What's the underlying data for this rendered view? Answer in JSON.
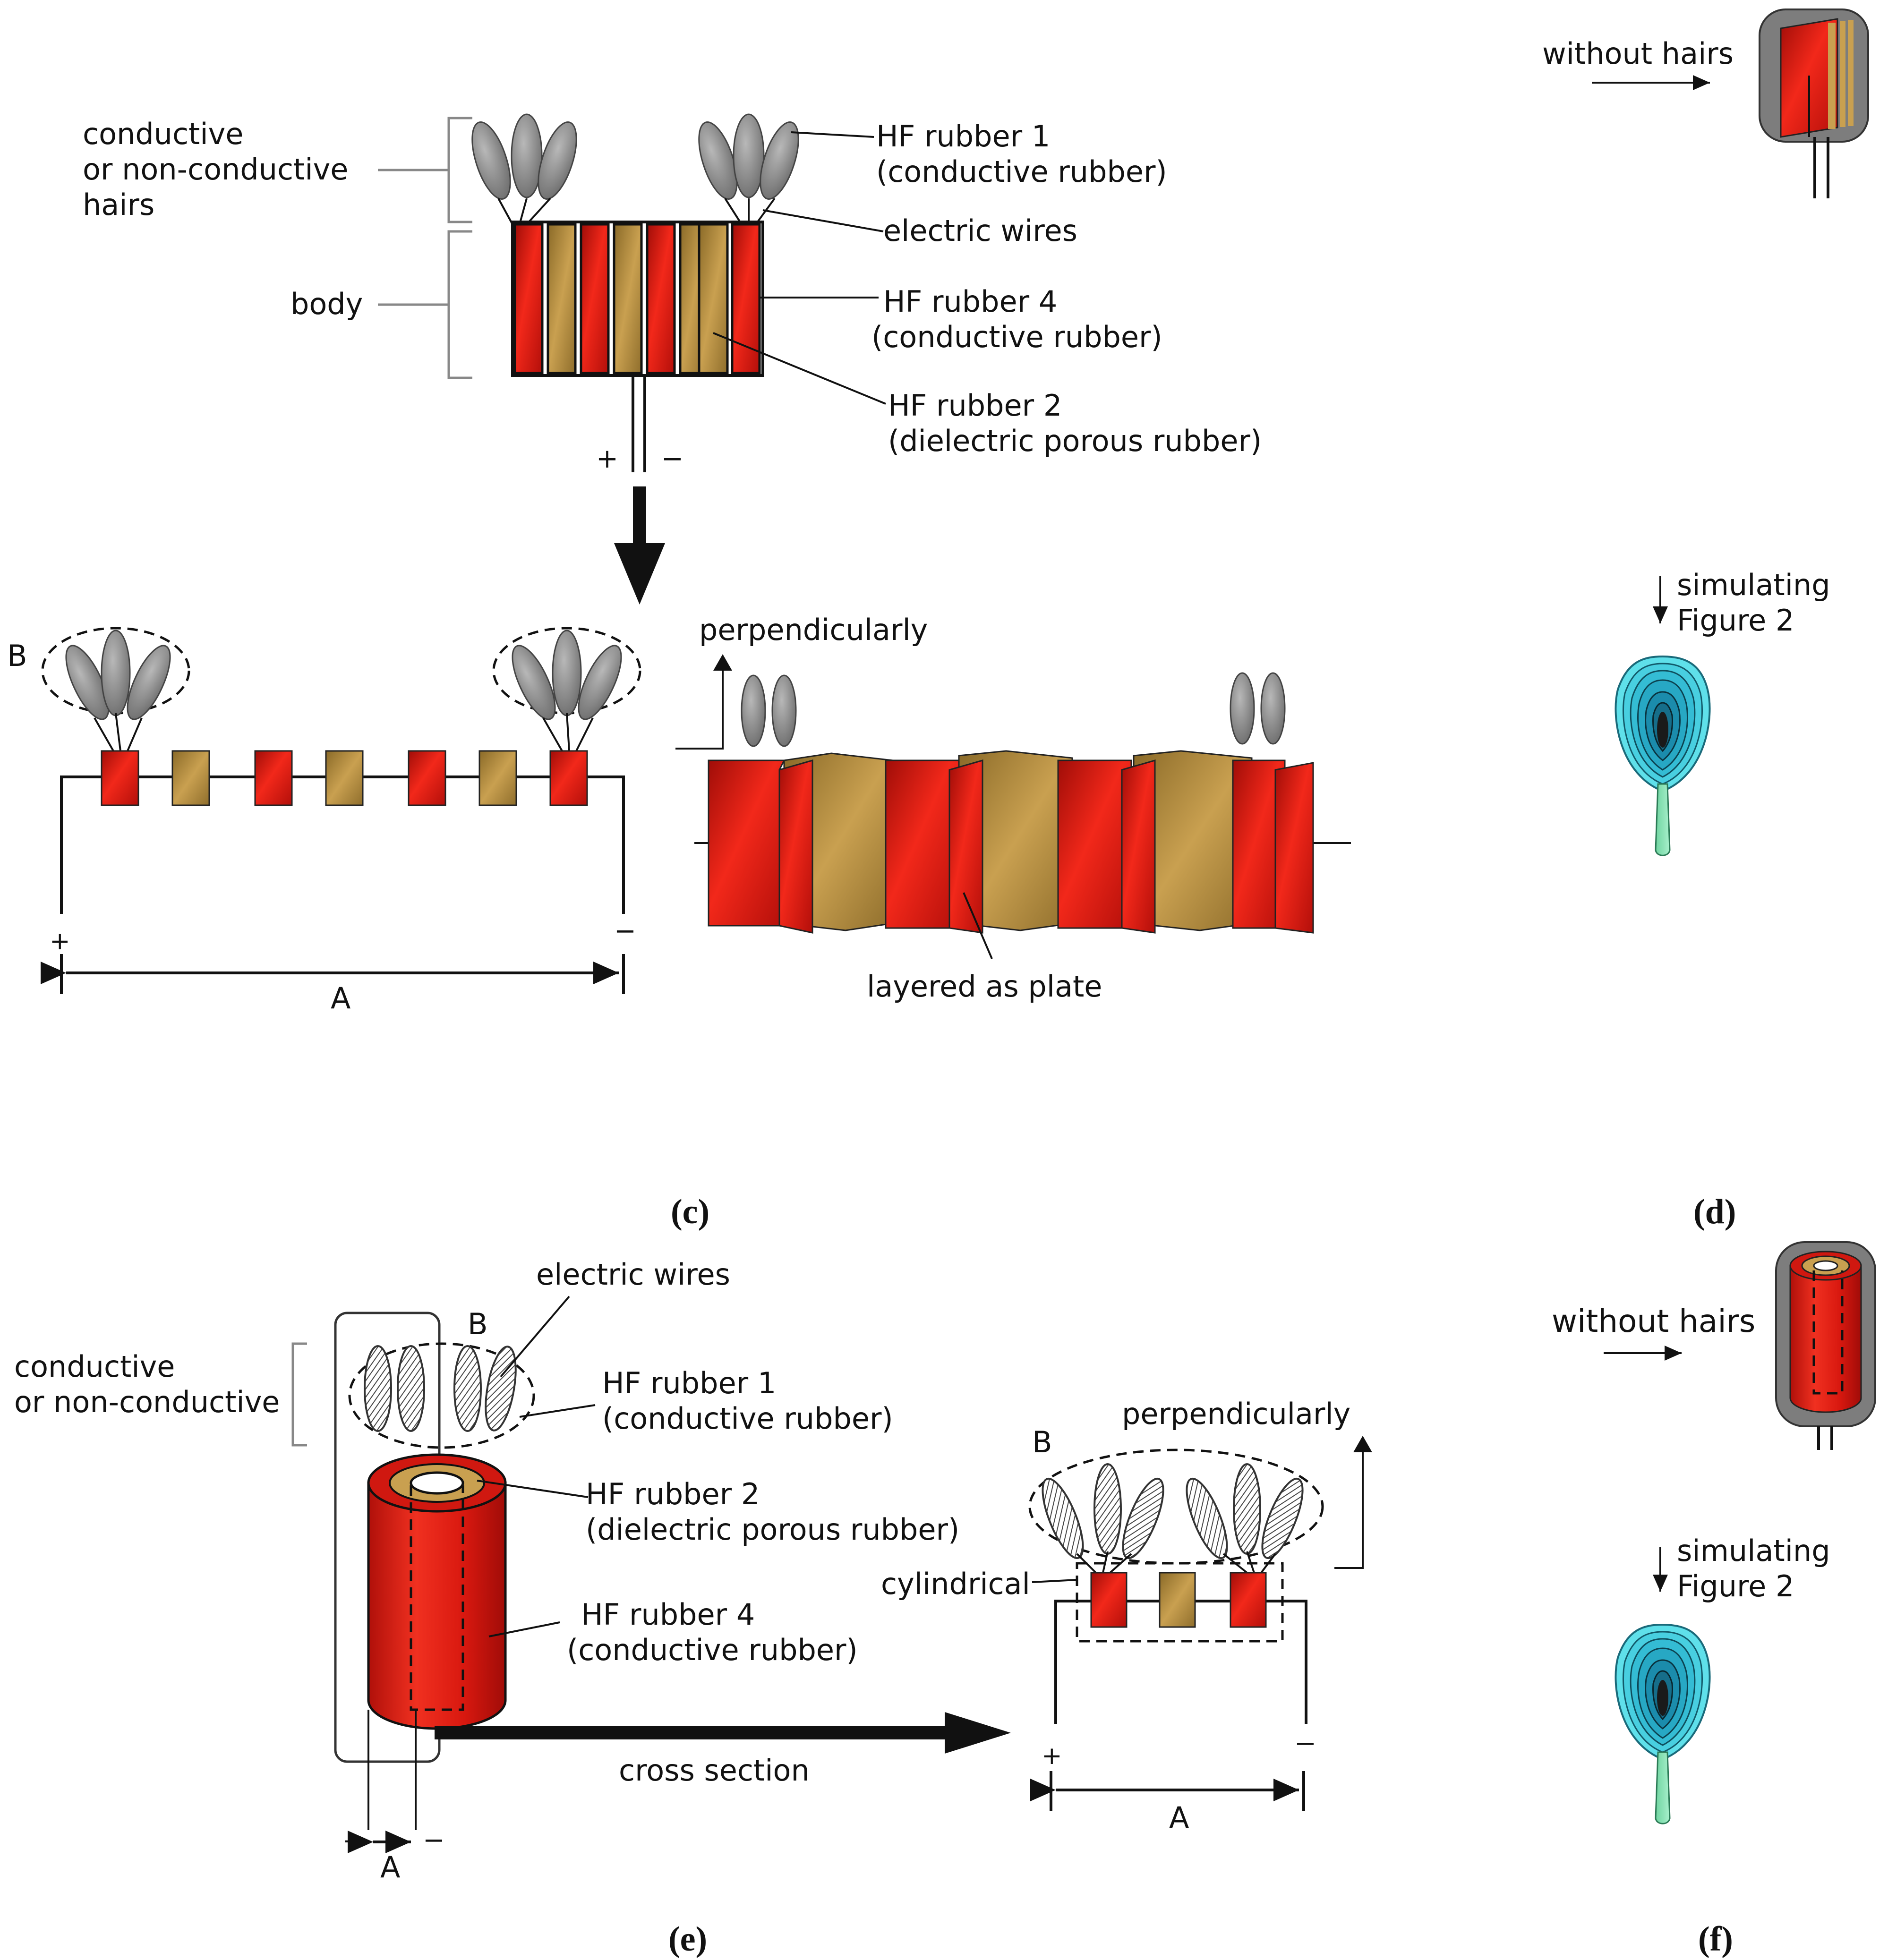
{
  "panel_c": {
    "caption": "(c)",
    "labels": {
      "hairs_l1": "conductive",
      "hairs_l2": "or non-conductive",
      "hairs_l3": "hairs",
      "body": "body",
      "hf1_l1": "HF rubber 1",
      "hf1_l2": "(conductive rubber)",
      "wires": "electric wires",
      "hf4_l1": "HF rubber 4",
      "hf4_l2": "(conductive rubber)",
      "hf2_l1": "HF rubber 2",
      "hf2_l2": "(dielectric porous rubber)",
      "plus": "+",
      "minus": "−",
      "B": "B",
      "A": "A",
      "perpendicularly": "perpendicularly",
      "layered": "layered as plate"
    }
  },
  "panel_d": {
    "caption": "(d)",
    "without_hairs": "without hairs",
    "simulating_l1": "simulating",
    "simulating_l2": "Figure 2"
  },
  "panel_e": {
    "caption": "(e)",
    "labels": {
      "wires": "electric wires",
      "B": "B",
      "hairs_l1": "conductive",
      "hairs_l2": "or non-conductive",
      "hf1_l1": "HF rubber 1",
      "hf1_l2": "(conductive rubber)",
      "hf2_l1": "HF rubber 2",
      "hf2_l2": "(dielectric porous rubber)",
      "hf4_l1": "HF rubber 4",
      "hf4_l2": "(conductive rubber)",
      "cross_section": "cross section",
      "perpendicularly": "perpendicularly",
      "cylindrical": "cylindrical",
      "plus": "+",
      "minus": "−",
      "A": "A"
    }
  },
  "panel_f": {
    "caption": "(f)",
    "without_hairs": "without hairs",
    "simulating_l1": "simulating",
    "simulating_l2": "Figure 2"
  },
  "colors": {
    "conductive_rubber": "#e01a10",
    "dielectric_rubber": "#b08a3a",
    "hair": "#8a8a8a",
    "simulation": "#40d4e0"
  }
}
